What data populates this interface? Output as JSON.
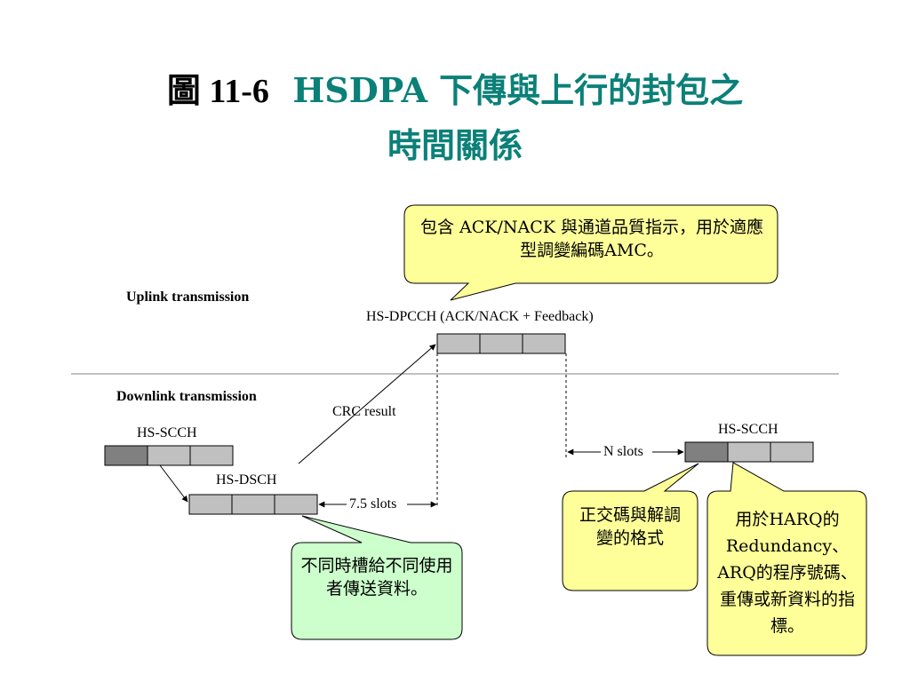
{
  "title": {
    "prefix": "圖 11-6",
    "line1_accent": "HSDPA 下傳與上行的封包之",
    "line2": "時間關係"
  },
  "labels": {
    "uplink": "Uplink transmission",
    "downlink": "Downlink transmission",
    "hs_dpcch": "HS-DPCCH (ACK/NACK + Feedback)",
    "crc_result": "CRC result",
    "hs_scch_left": "HS-SCCH",
    "hs_dsch": "HS-DSCH",
    "hs_scch_right": "HS-SCCH",
    "n_slots": "N slots",
    "slots_7_5": "7.5 slots"
  },
  "callouts": {
    "top": "包含 ACK/NACK 與通道品質指示，用於適應型調變編碼AMC。",
    "bottom_left": "不同時槽給不同使用者傳送資料。",
    "bottom_mid": "正交碼與解調變的格式",
    "bottom_right": "用於HARQ的Redundancy、ARQ的程序號碼、 重傳或新資料的指標。"
  },
  "colors": {
    "accent_title": "#0b8078",
    "callout_yellow": "#ffff99",
    "callout_green": "#ccffcc",
    "slot_light": "#c0c0c0",
    "slot_dark": "#808080"
  }
}
